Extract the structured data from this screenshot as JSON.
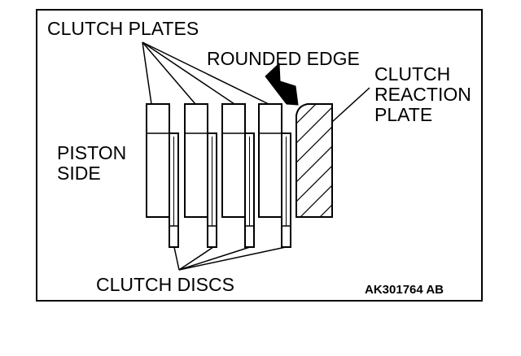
{
  "labels": {
    "clutch_plates": "CLUTCH PLATES",
    "rounded_edge": "ROUNDED EDGE",
    "reaction_plate_line1": "CLUTCH",
    "reaction_plate_line2": "REACTION",
    "reaction_plate_line3": "PLATE",
    "piston_side_line1": "PISTON",
    "piston_side_line2": "SIDE",
    "clutch_discs": "CLUTCH DISCS",
    "reference_code": "AK301764 AB"
  },
  "components": {
    "clutch_plate_count": 4,
    "clutch_disc_count": 4
  },
  "colors": {
    "ink": "#000000",
    "paper": "#ffffff"
  }
}
